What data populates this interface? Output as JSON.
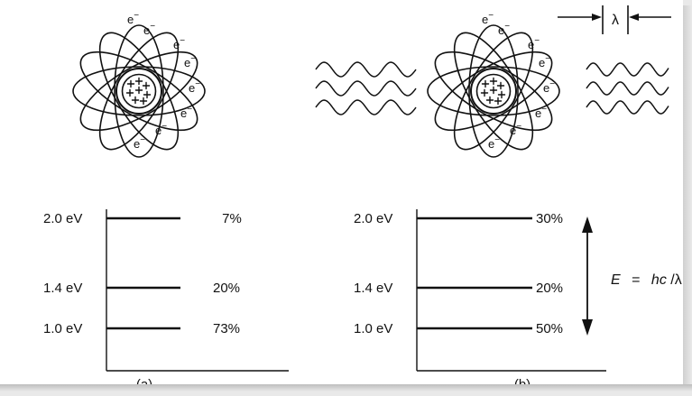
{
  "electron_symbol": "e",
  "electron_charge": "−",
  "wavelength_symbol": "λ",
  "equation": {
    "lhs": "E",
    "equals": "=",
    "rhs_italic": "hc",
    "rhs_rest": "/λ"
  },
  "panels": [
    {
      "caption": "(a)",
      "levels": [
        {
          "energy": "2.0 eV",
          "population": "7%"
        },
        {
          "energy": "1.4 eV",
          "population": "20%"
        },
        {
          "energy": "1.0 eV",
          "population": "73%"
        }
      ]
    },
    {
      "caption": "(b)",
      "levels": [
        {
          "energy": "2.0 eV",
          "population": "30%"
        },
        {
          "energy": "1.4 eV",
          "population": "20%"
        },
        {
          "energy": "1.0 eV",
          "population": "50%"
        }
      ]
    }
  ],
  "colors": {
    "ink": "#111111",
    "paper": "#ffffff",
    "backdrop": "#e9e9e9"
  }
}
